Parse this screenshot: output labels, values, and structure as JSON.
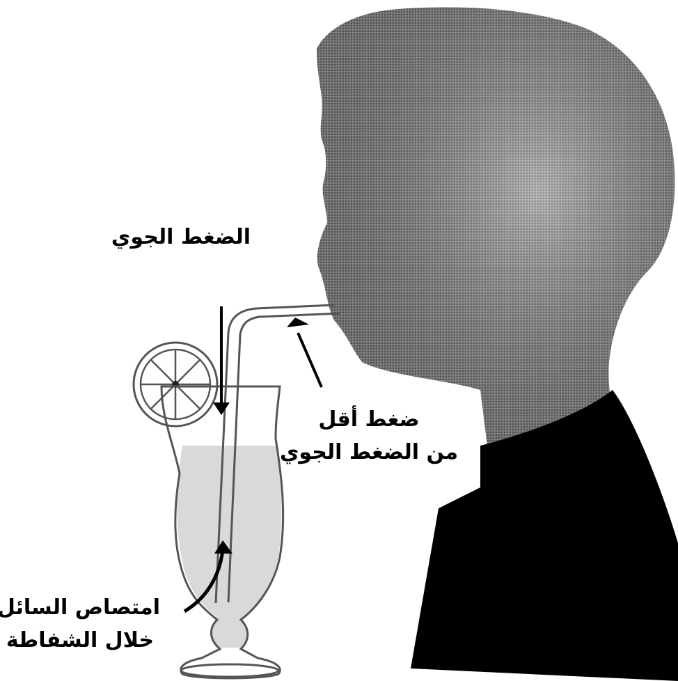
{
  "labels": {
    "atmospheric_pressure": "الضغط الجوي",
    "lower_pressure": {
      "line1": "ضغط أقل",
      "line2": "من الضغط الجوي"
    },
    "liquid_suction": {
      "line1": "امتصاص السائل",
      "line2": "خلال الشفاطة"
    }
  },
  "colors": {
    "background": "#ffffff",
    "head": "#7a7a7a",
    "shirt": "#000000",
    "glass_outline": "#555555",
    "liquid": "#d9d9d9",
    "arrows": "#000000"
  }
}
